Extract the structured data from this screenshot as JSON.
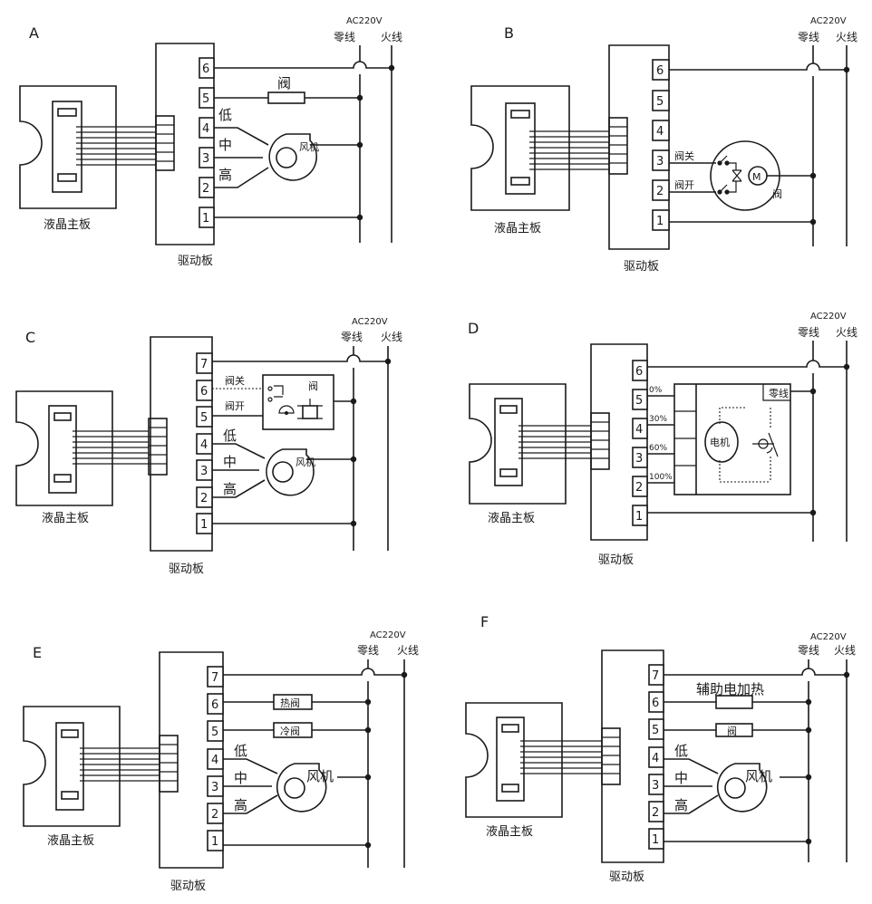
{
  "common": {
    "lcd_board": "液晶主板",
    "driver_board": "驱动板",
    "power": "AC220V",
    "neutral": "零线",
    "live": "火线",
    "low": "低",
    "mid": "中",
    "high": "高",
    "fan": "风机",
    "valve": "阀",
    "valve_close": "阀关",
    "valve_open": "阀开",
    "motor": "电机",
    "motor_letter": "M"
  },
  "panels": {
    "A": {
      "label": "A",
      "terminals": [
        "6",
        "5",
        "4",
        "3",
        "2",
        "1"
      ]
    },
    "B": {
      "label": "B",
      "terminals": [
        "6",
        "5",
        "4",
        "3",
        "2",
        "1"
      ]
    },
    "C": {
      "label": "C",
      "terminals": [
        "7",
        "6",
        "5",
        "4",
        "3",
        "2",
        "1"
      ]
    },
    "D": {
      "label": "D",
      "terminals": [
        "6",
        "5",
        "4",
        "3",
        "2",
        "1"
      ],
      "percents": [
        "0%",
        "30%",
        "60%",
        "100%"
      ]
    },
    "E": {
      "label": "E",
      "terminals": [
        "7",
        "6",
        "5",
        "4",
        "3",
        "2",
        "1"
      ],
      "hot_valve": "热阀",
      "cold_valve": "冷阀"
    },
    "F": {
      "label": "F",
      "terminals": [
        "7",
        "6",
        "5",
        "4",
        "3",
        "2",
        "1"
      ],
      "aux_heater": "辅助电加热"
    }
  }
}
